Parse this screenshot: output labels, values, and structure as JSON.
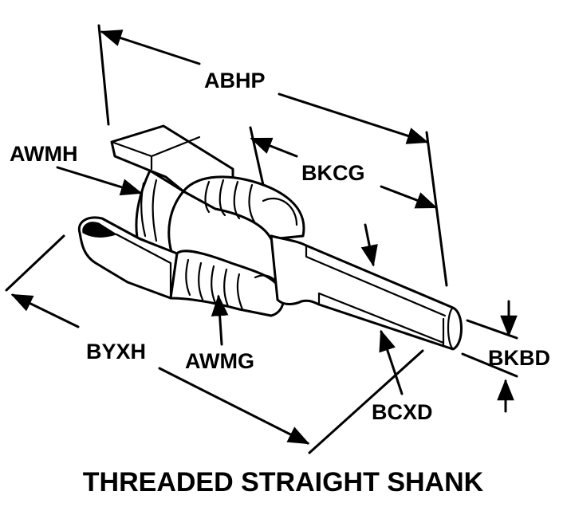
{
  "diagram": {
    "title": "THREADED STRAIGHT SHANK",
    "labels": {
      "abhp": "ABHP",
      "awmh": "AWMH",
      "bkcg": "BKCG",
      "byxh": "BYXH",
      "awmg": "AWMG",
      "bcxd": "BCXD",
      "bkbd": "BKBD"
    },
    "colors": {
      "ink": "#000000",
      "paper": "#ffffff"
    }
  }
}
